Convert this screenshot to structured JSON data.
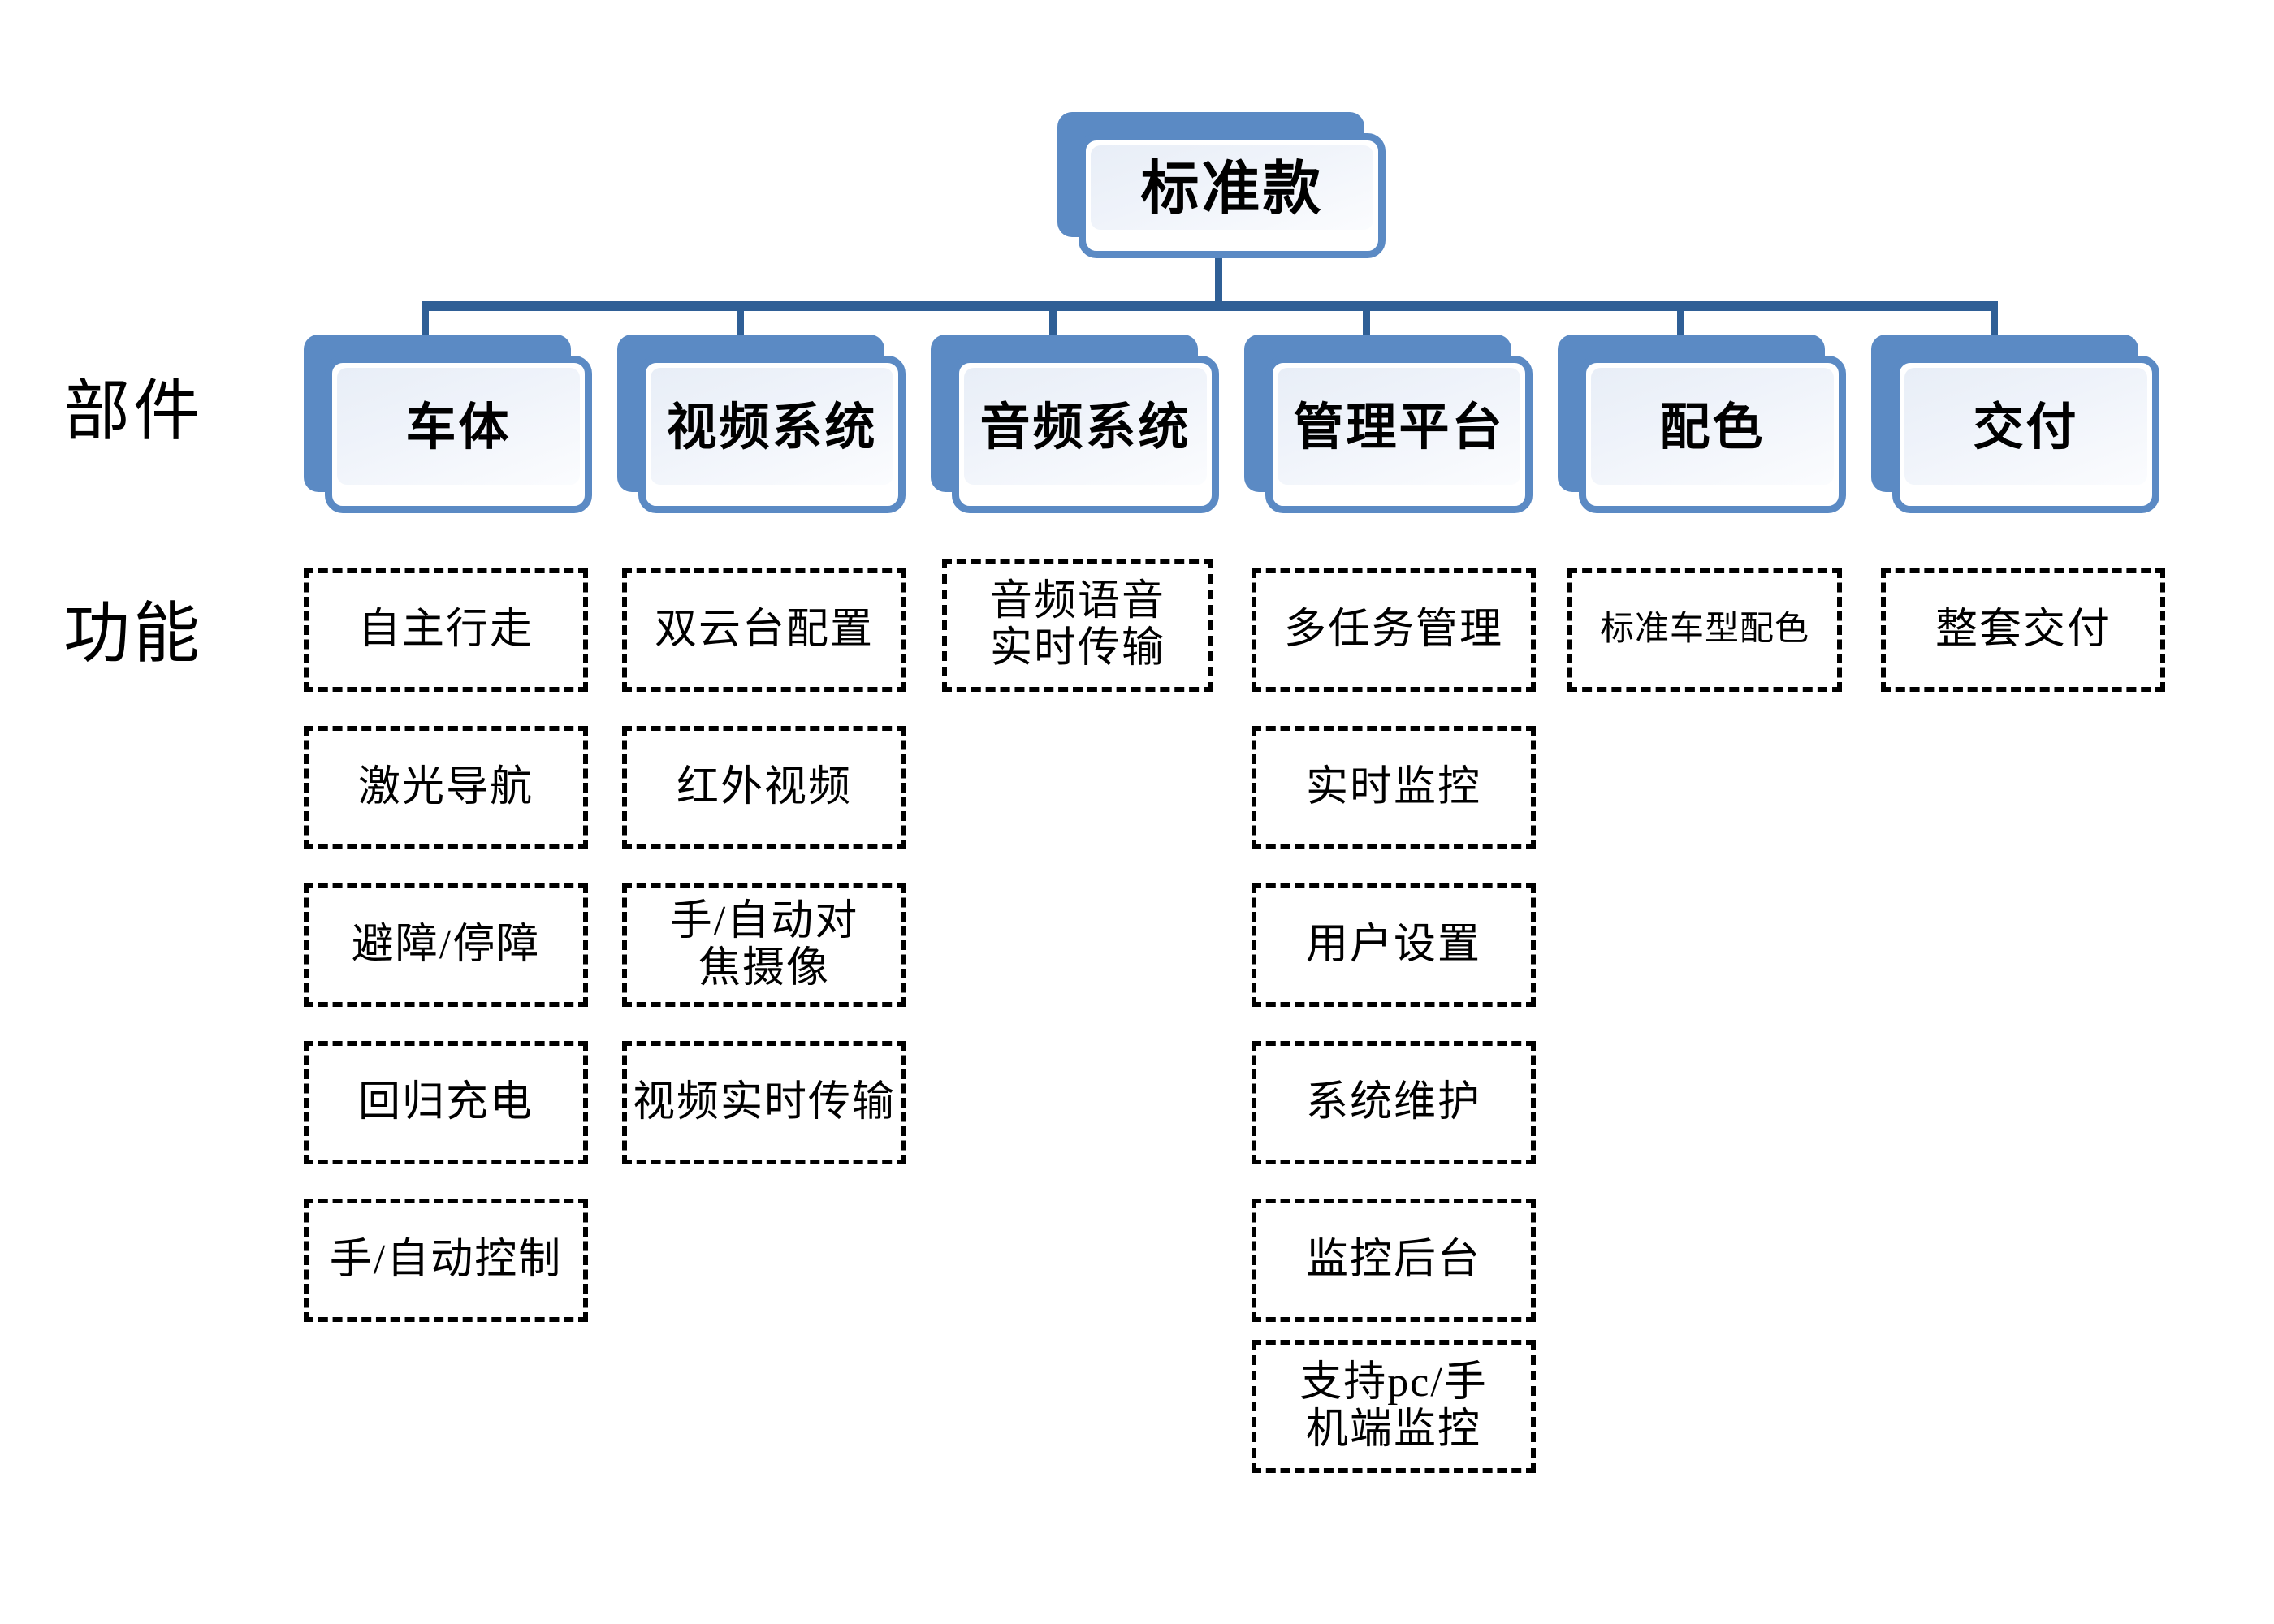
{
  "diagram": {
    "title": "标准款",
    "row_labels": {
      "components": "部件",
      "functions": "功能"
    },
    "colors": {
      "node_blue": "#5b8ac4",
      "connector_blue": "#2f5f96",
      "node_panel": "#eef2f9",
      "box_border": "#000000",
      "background": "#ffffff"
    }
  },
  "chart_data": {
    "type": "tree",
    "title": "标准款",
    "root": "标准款",
    "levels": [
      "部件",
      "功能"
    ],
    "branches": [
      {
        "component": "车体",
        "functions": [
          "自主行走",
          "激光导航",
          "避障/停障",
          "回归充电",
          "手/自动控制"
        ]
      },
      {
        "component": "视频系统",
        "functions": [
          "双云台配置",
          "红外视频",
          "手/自动对\n焦摄像",
          "视频实时传输"
        ]
      },
      {
        "component": "音频系统",
        "functions": [
          "音频语音\n实时传输"
        ]
      },
      {
        "component": "管理平台",
        "functions": [
          "多任务管理",
          "实时监控",
          "用户设置",
          "系统维护",
          "监控后台",
          "支持pc/手\n机端监控"
        ]
      },
      {
        "component": "配色",
        "functions": [
          "标准车型配色"
        ]
      },
      {
        "component": "交付",
        "functions": [
          "整套交付"
        ]
      }
    ]
  },
  "nodes": {
    "root": "标准款",
    "components": [
      {
        "label": "车体"
      },
      {
        "label": "视频系统"
      },
      {
        "label": "音频系统"
      },
      {
        "label": "管理平台"
      },
      {
        "label": "配色"
      },
      {
        "label": "交付"
      }
    ]
  },
  "functions": {
    "col1": [
      {
        "text": "自主行走"
      },
      {
        "text": "激光导航"
      },
      {
        "text": "避障/停障"
      },
      {
        "text": "回归充电"
      },
      {
        "text": "手/自动控制"
      }
    ],
    "col2": [
      {
        "text": "双云台配置"
      },
      {
        "text": "红外视频"
      },
      {
        "text": "手/自动对\n焦摄像"
      },
      {
        "text": "视频实时传输"
      }
    ],
    "col3": [
      {
        "text": "音频语音\n实时传输"
      }
    ],
    "col4": [
      {
        "text": "多任务管理"
      },
      {
        "text": "实时监控"
      },
      {
        "text": "用户设置"
      },
      {
        "text": "系统维护"
      },
      {
        "text": "监控后台"
      },
      {
        "text": "支持pc/手\n机端监控"
      }
    ],
    "col5": [
      {
        "text": "标准车型配色"
      }
    ],
    "col6": [
      {
        "text": "整套交付"
      }
    ]
  }
}
